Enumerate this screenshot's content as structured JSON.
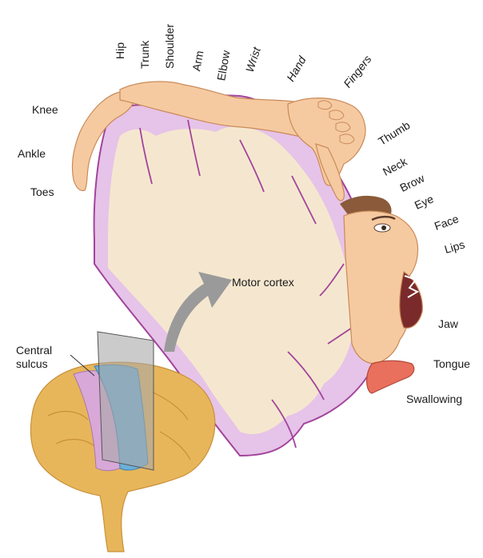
{
  "diagram": {
    "body_labels": {
      "hip": "Hip",
      "trunk": "Trunk",
      "shoulder": "Shoulder",
      "arm": "Arm",
      "elbow": "Elbow",
      "wrist": "Wrist",
      "hand": "Hand",
      "fingers": "Fingers",
      "thumb": "Thumb",
      "neck": "Neck",
      "brow": "Brow",
      "eye": "Eye",
      "face": "Face",
      "lips": "Lips",
      "jaw": "Jaw",
      "tongue": "Tongue",
      "swallowing": "Swallowing",
      "knee": "Knee",
      "ankle": "Ankle",
      "toes": "Toes"
    },
    "region_label": "Motor cortex",
    "inset_label": "Central sulcus",
    "colors": {
      "cortex_fill": "#f5e7cf",
      "gray_matter": "#e6c3e8",
      "cortex_outline": "#a2449c",
      "skin": "#f6caa0",
      "skin_outline": "#c98a5a",
      "arrow": "#9a9a9a",
      "brain_inset": "#e8b65a",
      "sulcus_blue": "#6bb0d8",
      "sulcus_pink": "#d8a8d8",
      "tongue": "#e8705c"
    }
  }
}
